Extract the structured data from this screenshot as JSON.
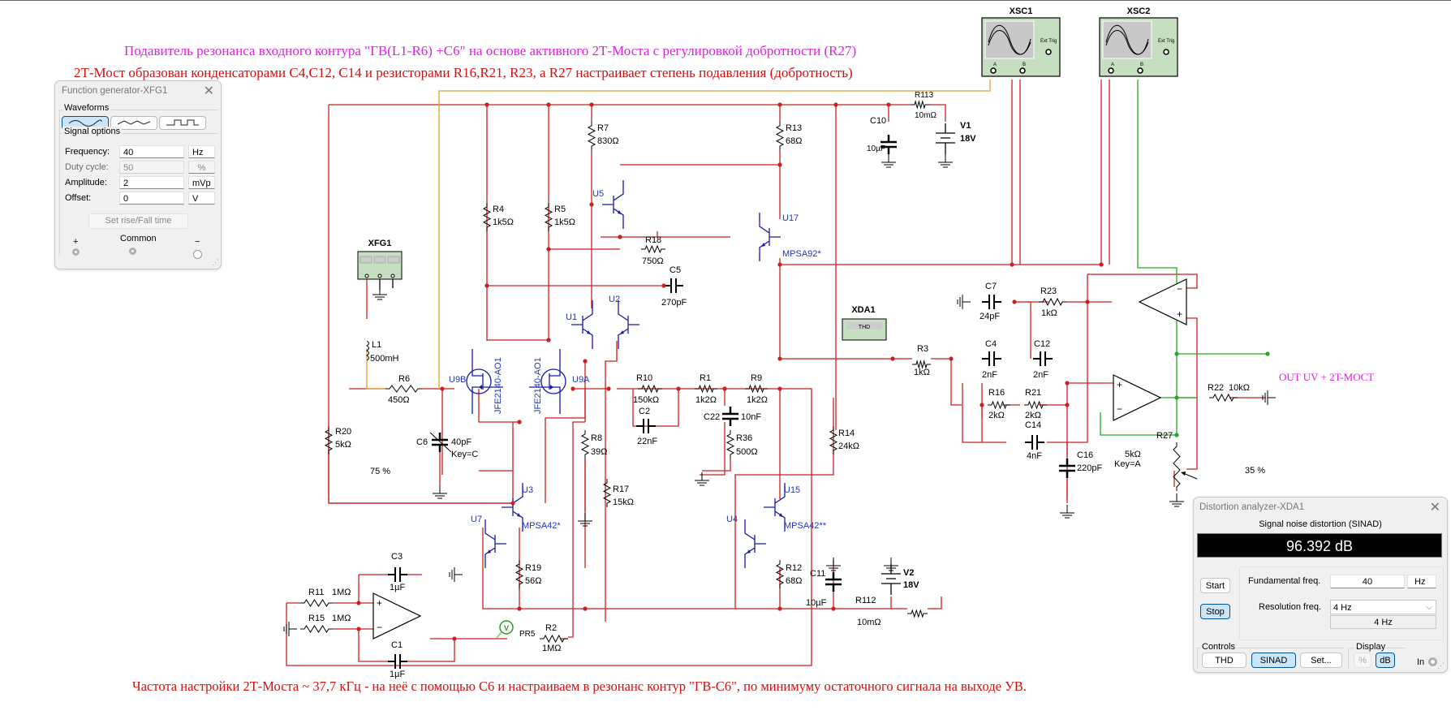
{
  "titles": {
    "line1": "Подавитель резонанса входного контура \"ГВ(L1-R6) +C6\" на основе активного 2Т-Моста с регулировкой добротности (R27)",
    "line2": "2Т-Мост образован конденсаторами С4,С12, С14 и резисторами R16,R21, R23, а R27 настраивает степень подавления (добротность)",
    "footer": "Частота настройки 2Т-Моста ~ 37,7 кГц  - на неё с помощью С6 и настраиваем в резонанс контур \"ГВ-С6\", по минимуму остаточного сигнала на выходе УВ.",
    "output_label": "OUT UV + 2T-MOCT"
  },
  "colors": {
    "wire": "#cc1f1f",
    "wire_green": "#22aa22",
    "wire_orange": "#e0a030",
    "component": "#000000",
    "transistor": "#1a1aa8",
    "label_blue": "#2233bb",
    "instrument_green": "#c6dfc0",
    "title_magenta": "#e020e0",
    "title_red": "#d01010"
  },
  "function_generator": {
    "title": "Function generator-XFG1",
    "waveforms_label": "Waveforms",
    "waveforms": [
      {
        "name": "sine",
        "active": true
      },
      {
        "name": "triangle",
        "active": false
      },
      {
        "name": "square",
        "active": false
      }
    ],
    "signal_options_label": "Signal options",
    "fields": [
      {
        "label": "Frequency:",
        "value": "40",
        "unit": "Hz",
        "disabled": false
      },
      {
        "label": "Duty cycle:",
        "value": "50",
        "unit": "%",
        "disabled": true
      },
      {
        "label": "Amplitude:",
        "value": "2",
        "unit": "mVp",
        "disabled": false
      },
      {
        "label": "Offset:",
        "value": "0",
        "unit": "V",
        "disabled": false
      }
    ],
    "rise_fall_button": "Set rise/Fall time",
    "terminals": {
      "plus": "+",
      "common": "Common",
      "minus": "−"
    }
  },
  "distortion_analyzer": {
    "title": "Distortion analyzer-XDA1",
    "mode_label": "Signal noise distortion (SINAD)",
    "reading": "96.392 dB",
    "start_button": "Start",
    "stop_button": "Stop",
    "fundamental_label": "Fundamental freq.",
    "fundamental_value": "40",
    "fundamental_unit": "Hz",
    "resolution_label": "Resolution freq.",
    "resolution_selected": "4 Hz",
    "resolution_readout": "4 Hz",
    "controls_label": "Controls",
    "controls": {
      "thd": "THD",
      "sinad": "SINAD",
      "set": "Set..."
    },
    "display_label": "Display",
    "display": {
      "percent": "%",
      "db": "dB"
    },
    "input_label": "In"
  },
  "instruments": {
    "xsc1": {
      "name": "XSC1",
      "ext_trig": "Ext Trig",
      "a": "A",
      "b": "B"
    },
    "xsc2": {
      "name": "XSC2",
      "ext_trig": "Ext Trig",
      "a": "A",
      "b": "B"
    },
    "xfg1": {
      "name": "XFG1"
    },
    "xda1": {
      "name": "XDA1",
      "screen": "THD"
    }
  },
  "components": {
    "R113": {
      "ref": "R113",
      "value": "10mΩ"
    },
    "C10": {
      "ref": "C10",
      "value": "10µF"
    },
    "V1": {
      "ref": "V1",
      "value": "18V"
    },
    "R7": {
      "ref": "R7",
      "value": "830Ω"
    },
    "R13": {
      "ref": "R13",
      "value": "68Ω"
    },
    "R4": {
      "ref": "R4",
      "value": "1k5Ω"
    },
    "R5": {
      "ref": "R5",
      "value": "1k5Ω"
    },
    "U5": {
      "ref": "U5"
    },
    "U17": {
      "ref": "U17",
      "model": "MPSA92*"
    },
    "R18": {
      "ref": "R18",
      "value": "750Ω"
    },
    "C5": {
      "ref": "C5",
      "value": "270pF"
    },
    "L1": {
      "ref": "L1",
      "value": "500mH"
    },
    "R6": {
      "ref": "R6",
      "value": "450Ω"
    },
    "U9B": {
      "ref": "U9B",
      "model": "JFE2140-AO1"
    },
    "U9A": {
      "ref": "U9A",
      "model": "JFE2140-AO1"
    },
    "U1": {
      "ref": "U1"
    },
    "U2": {
      "ref": "U2"
    },
    "R10": {
      "ref": "R10",
      "value": "150kΩ"
    },
    "C2": {
      "ref": "C2",
      "value": "22nF"
    },
    "R1": {
      "ref": "R1",
      "value": "1k2Ω"
    },
    "R9": {
      "ref": "R9",
      "value": "1k2Ω"
    },
    "C22": {
      "ref": "C22",
      "value": "10nF"
    },
    "R36": {
      "ref": "R36",
      "value": "500Ω"
    },
    "R8": {
      "ref": "R8",
      "value": "39Ω"
    },
    "R17": {
      "ref": "R17",
      "value": "15kΩ"
    },
    "R20": {
      "ref": "R20",
      "value": "5kΩ",
      "setting": "75 %"
    },
    "C6": {
      "ref": "C6",
      "value": "40pF",
      "key": "Key=C"
    },
    "U3": {
      "ref": "U3",
      "model": "MPSA42*"
    },
    "U7": {
      "ref": "U7"
    },
    "R19": {
      "ref": "R19",
      "value": "56Ω"
    },
    "U15": {
      "ref": "U15",
      "model": "MPSA42**"
    },
    "U4": {
      "ref": "U4"
    },
    "R12": {
      "ref": "R12",
      "value": "68Ω"
    },
    "R14": {
      "ref": "R14",
      "value": "24kΩ"
    },
    "C11": {
      "ref": "C11",
      "value": "10µF"
    },
    "R112": {
      "ref": "R112",
      "value": "10mΩ"
    },
    "V2": {
      "ref": "V2",
      "value": "18V"
    },
    "C3": {
      "ref": "C3",
      "value": "1µF"
    },
    "C1": {
      "ref": "C1",
      "value": "1µF"
    },
    "R11": {
      "ref": "R11",
      "value": "1MΩ"
    },
    "R15": {
      "ref": "R15",
      "value": "1MΩ"
    },
    "R2": {
      "ref": "R2",
      "value": "1MΩ"
    },
    "PR5": {
      "ref": "PR5"
    },
    "R3": {
      "ref": "R3",
      "value": "1kΩ"
    },
    "C7": {
      "ref": "C7",
      "value": "24pF"
    },
    "R23": {
      "ref": "R23",
      "value": "1kΩ"
    },
    "C4": {
      "ref": "C4",
      "value": "2nF"
    },
    "C12": {
      "ref": "C12",
      "value": "2nF"
    },
    "R16": {
      "ref": "R16",
      "value": "2kΩ"
    },
    "R21": {
      "ref": "R21",
      "value": "2kΩ"
    },
    "C14": {
      "ref": "C14",
      "value": "4nF"
    },
    "C16": {
      "ref": "C16",
      "value": "220pF"
    },
    "R27": {
      "ref": "R27",
      "value": "5kΩ",
      "key": "Key=A",
      "setting": "35 %"
    },
    "R22": {
      "ref": "R22",
      "value": "10kΩ"
    }
  }
}
